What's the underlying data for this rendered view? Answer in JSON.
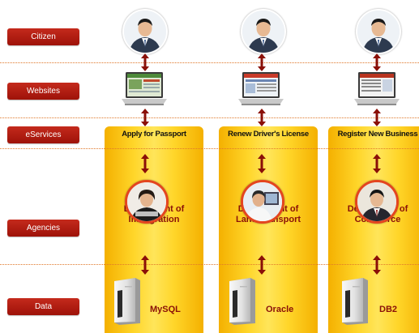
{
  "rows": {
    "citizen": "Citizen",
    "websites": "Websites",
    "eservices": "eServices",
    "agencies": "Agencies",
    "data": "Data"
  },
  "columns": [
    {
      "service": "Apply for Passport",
      "agency_line1": "Department of",
      "agency_line2": "Immigration",
      "database": "MySQL"
    },
    {
      "service": "Renew Driver's License",
      "agency_line1": "Department of",
      "agency_line2": "Land Transport",
      "database": "Oracle"
    },
    {
      "service": "Register New Business",
      "agency_line1": "Department of",
      "agency_line2": "Commerce",
      "database": "DB2"
    }
  ],
  "colors": {
    "label_red": "#b01e12",
    "divider_orange": "#e0782a",
    "column_yellow": "#ffd62a",
    "arrow_red": "#8a1008"
  }
}
